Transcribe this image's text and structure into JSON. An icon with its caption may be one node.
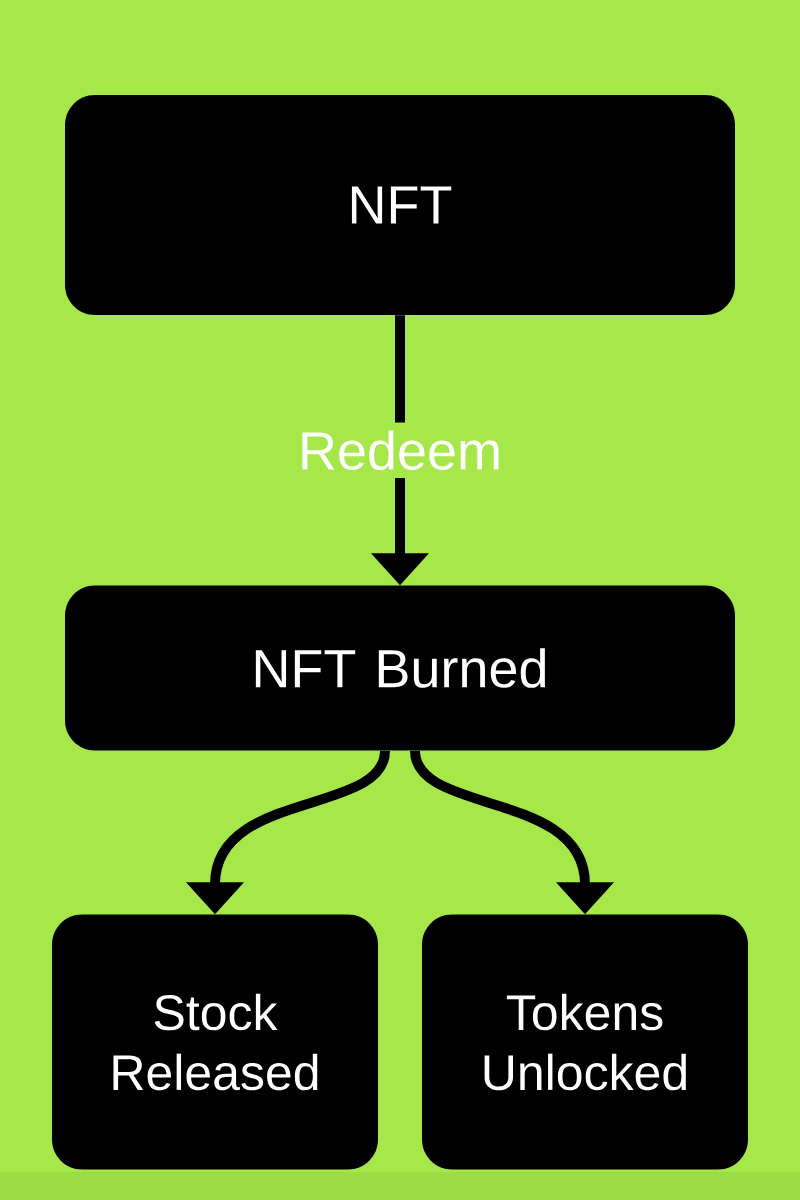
{
  "diagram": {
    "nodes": [
      {
        "text": [
          "NFT"
        ]
      },
      {
        "text": [
          "NFT Burned"
        ]
      },
      {
        "text": [
          "Stock Released"
        ]
      },
      {
        "text": [
          "Tokens Unlocked"
        ]
      }
    ],
    "edges": [
      {
        "from": 0,
        "to": 1,
        "arrow": "to",
        "label": "Redeem"
      },
      {
        "from": 1,
        "to": 2,
        "arrow": "to"
      },
      {
        "from": 1,
        "to": 3,
        "arrow": "to"
      }
    ]
  }
}
